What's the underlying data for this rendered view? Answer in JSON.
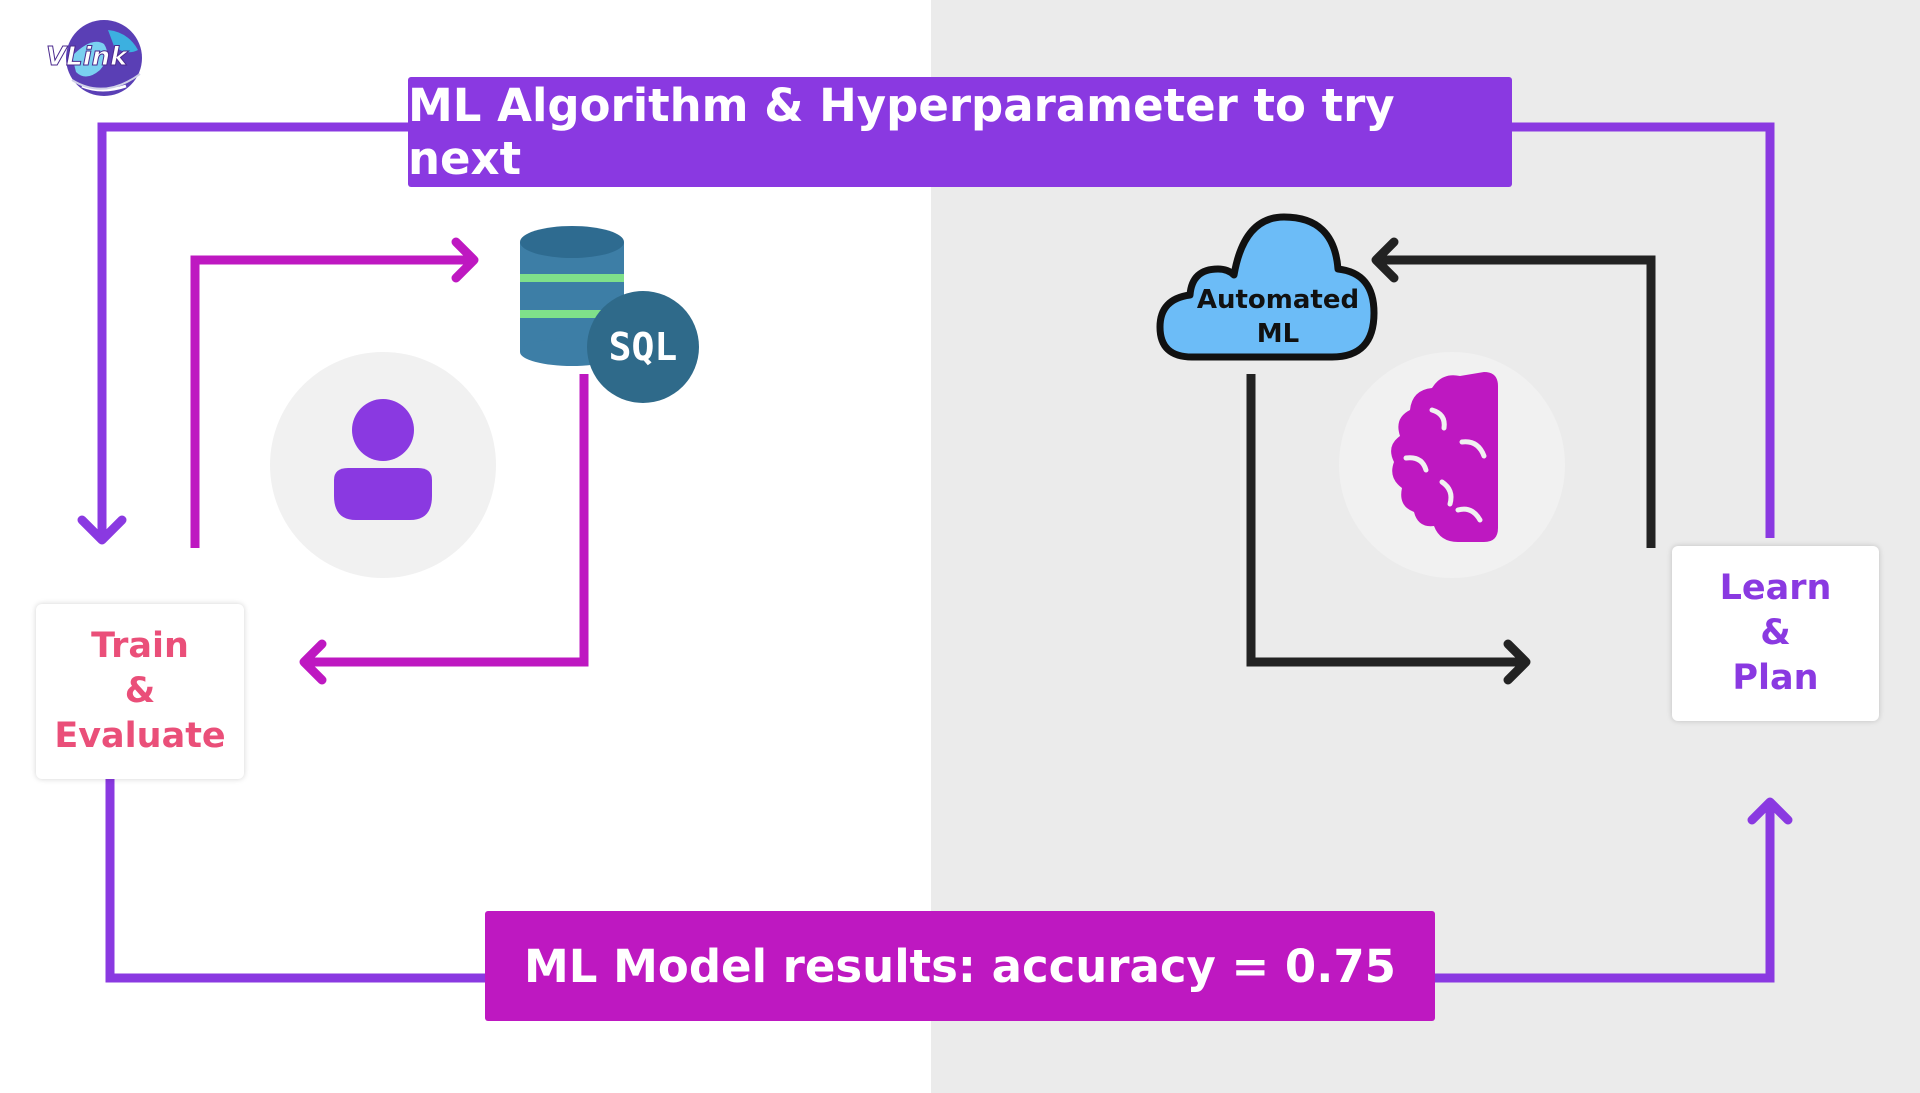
{
  "logo": {
    "text": "VLink"
  },
  "banner_top": {
    "text": "ML Algorithm & Hyperparameter to try next"
  },
  "banner_bottom": {
    "text": "ML Model results: accuracy = 0.75"
  },
  "train_box": {
    "line1": "Train",
    "line2": "&",
    "line3": "Evaluate"
  },
  "learn_box": {
    "line1": "Learn",
    "line2": "&",
    "line3": "Plan"
  },
  "database_icon": {
    "label": "SQL"
  },
  "cloud_icon": {
    "line1": "Automated",
    "line2": "ML"
  },
  "colors": {
    "purple": "#8a39e1",
    "magenta": "#be18c1",
    "pink_text": "#ea4f79",
    "dark": "#222222",
    "db_blue": "#3d7ea6",
    "db_green": "#7fe08a",
    "sql_circle": "#2f6a8a",
    "cloud_blue": "#6cbcf7",
    "left_bg": "#ffffff",
    "right_bg": "#ebebeb"
  },
  "icons": [
    "logo-globe-icon",
    "database-icon",
    "user-icon",
    "cloud-icon",
    "brain-icon"
  ]
}
